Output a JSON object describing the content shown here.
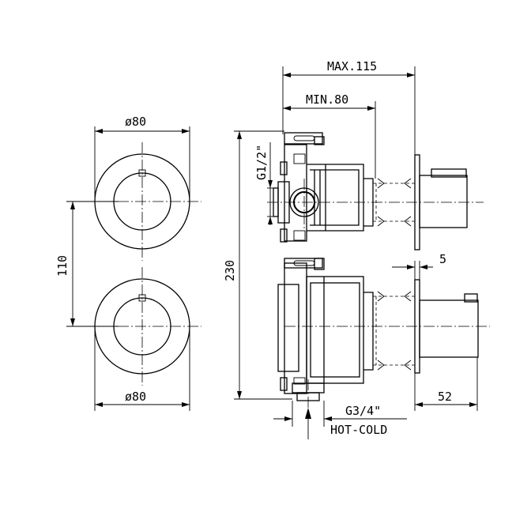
{
  "dimensions": {
    "max_depth": "MAX.115",
    "min_depth": "MIN.80",
    "top_plate_diameter": "ø80",
    "bottom_plate_diameter": "ø80",
    "center_distance": "110",
    "total_height": "230",
    "side_inlet_thread": "G1/2\"",
    "plate_thickness": "5",
    "handle_projection": "52",
    "bottom_inlet_thread": "G3/4\"",
    "bottom_inlet_label": "HOT-COLD"
  }
}
